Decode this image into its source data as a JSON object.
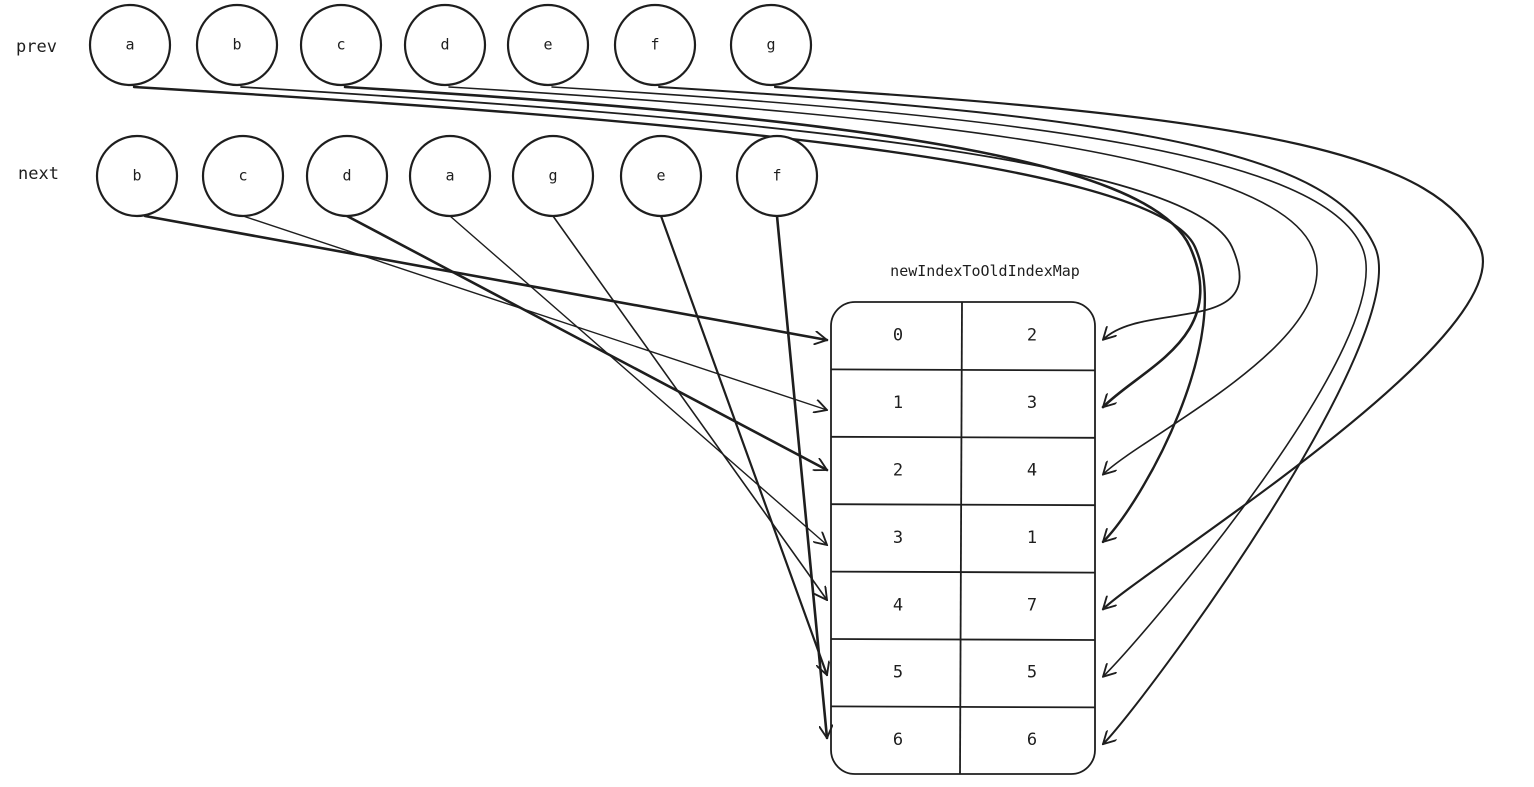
{
  "rows": {
    "prev_label": "prev",
    "next_label": "next"
  },
  "prev_nodes": [
    "a",
    "b",
    "c",
    "d",
    "e",
    "f",
    "g"
  ],
  "next_nodes": [
    "b",
    "c",
    "d",
    "a",
    "g",
    "e",
    "f"
  ],
  "map": {
    "title": "newIndexToOldIndexMap",
    "rows": [
      {
        "index": "0",
        "value": "2"
      },
      {
        "index": "1",
        "value": "3"
      },
      {
        "index": "2",
        "value": "4"
      },
      {
        "index": "3",
        "value": "1"
      },
      {
        "index": "4",
        "value": "7"
      },
      {
        "index": "5",
        "value": "5"
      },
      {
        "index": "6",
        "value": "6"
      }
    ]
  },
  "colors": {
    "stroke": "#1e1e1e",
    "background": "#ffffff"
  }
}
